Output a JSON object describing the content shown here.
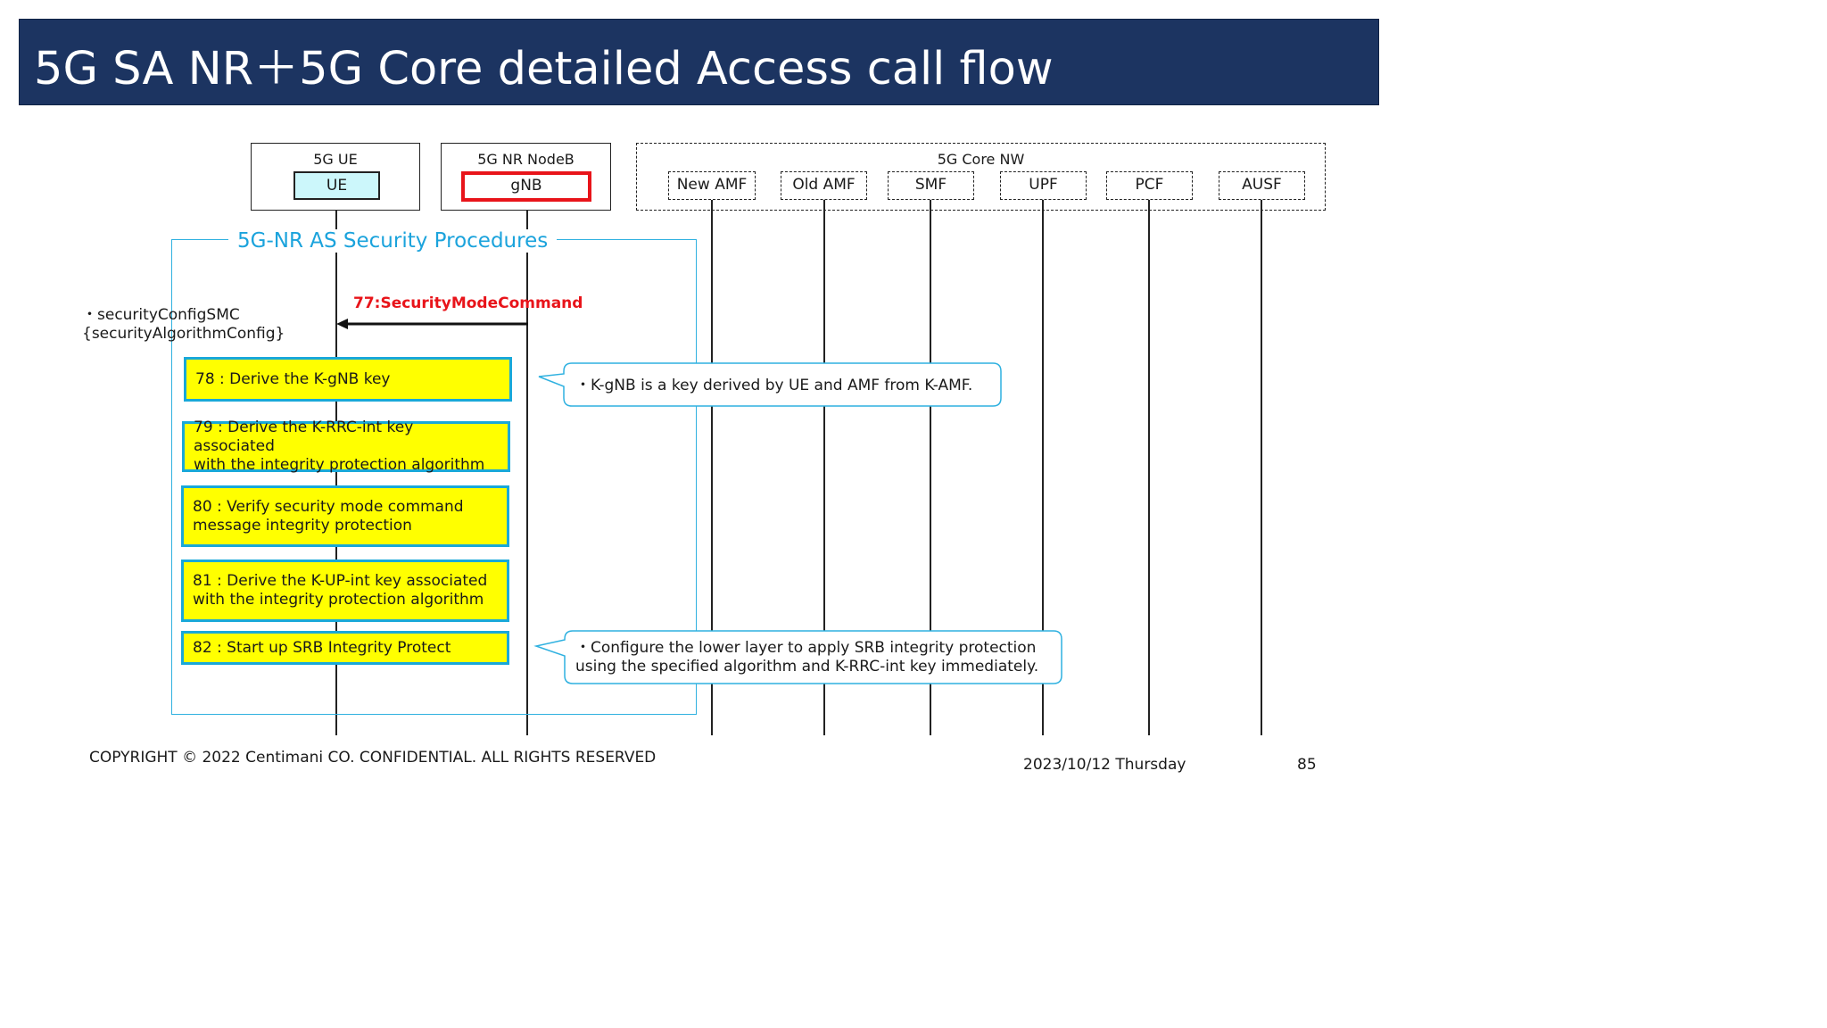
{
  "header": {
    "title": "5G SA NR＋5G Core detailed Access call flow"
  },
  "nodes": {
    "ue": {
      "title": "5G  UE",
      "entity": "UE"
    },
    "gnb": {
      "title": "5G NR NodeB",
      "entity": "gNB"
    },
    "core": {
      "title": "5G Core NW",
      "entities": [
        "New AMF",
        "Old AMF",
        "SMF",
        "UPF",
        "PCF",
        "AUSF"
      ]
    }
  },
  "procedure": {
    "title": "5G-NR AS Security Procedures"
  },
  "message": {
    "label": "77:SecurityModeCommand",
    "params": [
      "・securityConfigSMC",
      "{securityAlgorithmConfig}"
    ]
  },
  "steps": [
    {
      "lines": [
        "78 : Derive the K-gNB key"
      ]
    },
    {
      "lines": [
        "79 : Derive the K-RRC-int key associated",
        "with the integrity protection algorithm"
      ]
    },
    {
      "lines": [
        "80 : Verify security mode command",
        "message integrity protection"
      ]
    },
    {
      "lines": [
        "81 : Derive the K-UP-int key associated",
        "with the integrity protection algorithm"
      ]
    },
    {
      "lines": [
        "82 : Start up SRB Integrity Protect"
      ]
    }
  ],
  "notes": [
    {
      "lines": [
        "・K-gNB is a key derived by UE and AMF from K-AMF."
      ]
    },
    {
      "lines": [
        "・Configure the lower layer to apply SRB integrity protection",
        "using the specified algorithm and K-RRC-int key immediately."
      ]
    }
  ],
  "footer": {
    "copyright": "COPYRIGHT © 2022 Centimani CO. CONFIDENTIAL. ALL RIGHTS RESERVED",
    "date": "2023/10/12 Thursday",
    "page": "85"
  },
  "colors": {
    "title_bar": "#1c3461",
    "accent_cyan": "#2fb1e0",
    "step_fill": "#ffff00",
    "message_red": "#e8141a",
    "ue_fill": "#ccf7fb"
  }
}
